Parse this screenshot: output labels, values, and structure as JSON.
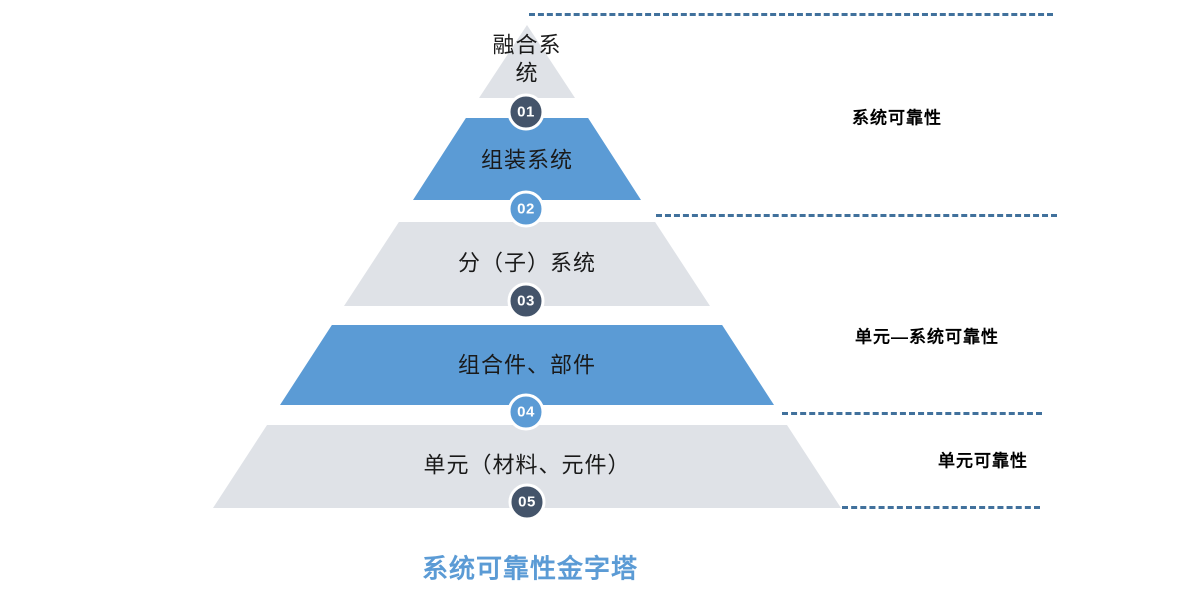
{
  "diagram": {
    "title": {
      "text": "系统可靠性金字塔",
      "color": "#5b9bd5"
    },
    "colors": {
      "layer_blue": "#5b9bd5",
      "layer_gray": "#dfe2e7",
      "badge_navy": "#44546a",
      "badge_blue": "#5b9bd5",
      "dash_line": "#41719c",
      "label_text": "#1a1a1a",
      "side_label_text": "#000000"
    },
    "levels": [
      {
        "num": "01",
        "label": "融合系统",
        "fill": "#dfe2e7",
        "badge_fill": "#44546a"
      },
      {
        "num": "02",
        "label": "组装系统",
        "fill": "#5b9bd5",
        "badge_fill": "#5b9bd5"
      },
      {
        "num": "03",
        "label": "分（子）系统",
        "fill": "#dfe2e7",
        "badge_fill": "#44546a"
      },
      {
        "num": "04",
        "label": "组合件、部件",
        "fill": "#5b9bd5",
        "badge_fill": "#5b9bd5"
      },
      {
        "num": "05",
        "label": "单元（材料、元件）",
        "fill": "#dfe2e7",
        "badge_fill": "#44546a"
      }
    ],
    "side_labels": [
      {
        "text": "系统可靠性"
      },
      {
        "text": "单元—系统可靠性"
      },
      {
        "text": "单元可靠性"
      }
    ]
  }
}
